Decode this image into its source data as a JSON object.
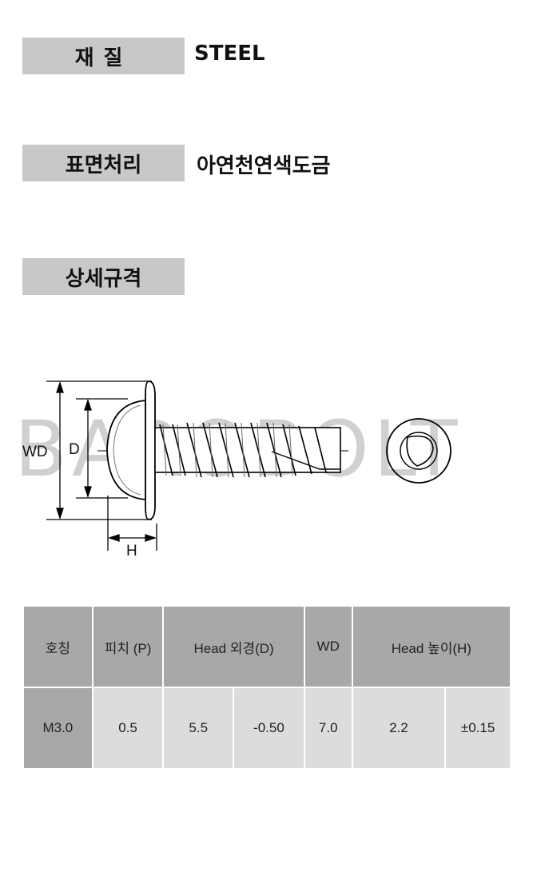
{
  "material": {
    "label": "재질",
    "value": "STEEL"
  },
  "surface": {
    "label": "표면처리",
    "value": "아연천연색도금"
  },
  "spec_title": "상세규격",
  "watermark": "BAROBOLT",
  "drawing": {
    "wd_label": "WD",
    "d_label": "D",
    "h_label": "H"
  },
  "table": {
    "headers": [
      "호칭",
      "피치 (P)",
      "Head 외경(D)",
      "WD",
      "Head 높이(H)"
    ],
    "row": [
      "M3.0",
      "0.5",
      "5.5",
      "-0.50",
      "7.0",
      "2.2",
      "±0.15"
    ]
  }
}
